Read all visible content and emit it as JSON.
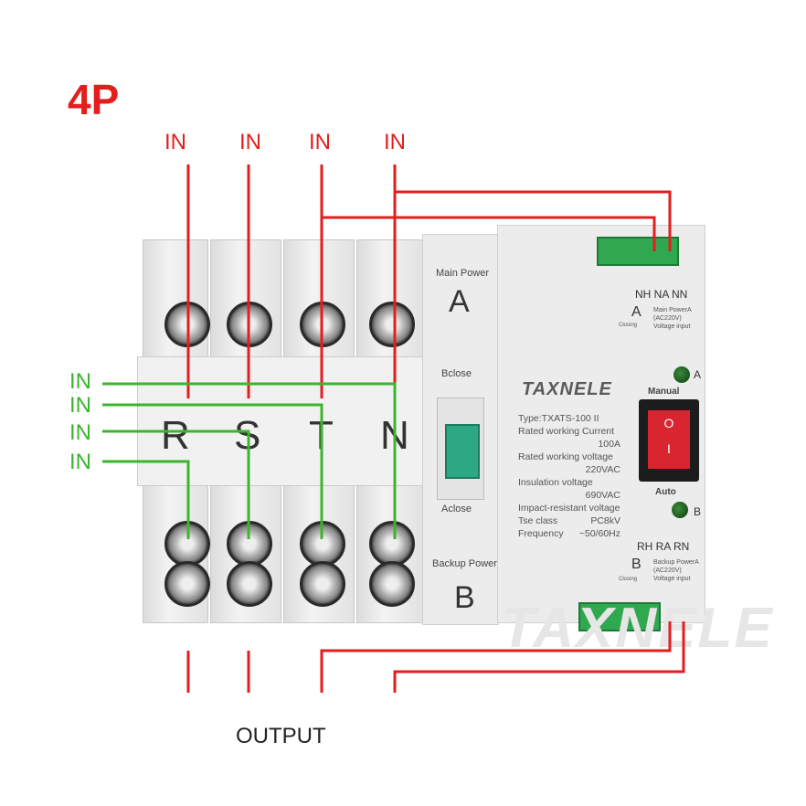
{
  "title": "4P",
  "top_inputs": [
    "IN",
    "IN",
    "IN",
    "IN"
  ],
  "side_inputs": [
    "IN",
    "IN",
    "IN",
    "IN"
  ],
  "output_label": "OUTPUT",
  "poles": [
    "R",
    "S",
    "T",
    "N"
  ],
  "main_power": {
    "label": "Main Power",
    "letter": "A"
  },
  "backup_power": {
    "label": "Backup Power",
    "letter": "B"
  },
  "switch": {
    "top": "Bclose",
    "bottom": "Aclose"
  },
  "brand": "TAXNELE",
  "specs": [
    {
      "k": "Type:TXATS-100 II",
      "v": ""
    },
    {
      "k": "Rated working Current",
      "v": "100A"
    },
    {
      "k": "Rated working voltage",
      "v": "220VAC"
    },
    {
      "k": "Insulation voltage",
      "v": "690VAC"
    },
    {
      "k": "Impact-resistant voltage",
      "v": "8kV"
    },
    {
      "k": "Tse class",
      "v": "PC"
    },
    {
      "k": "Frequency",
      "v": "~50/60Hz"
    }
  ],
  "rocker": {
    "top": "Manual",
    "bottom": "Auto",
    "on": "O",
    "off": "I"
  },
  "leds": [
    "A",
    "B"
  ],
  "main_terminal": {
    "pins": "NH NA NN",
    "letter": "A",
    "closing": "Closing",
    "desc1": "Main PowerA",
    "desc2": "(AC220V)",
    "desc3": "Voltage input"
  },
  "backup_terminal": {
    "pins": "RH RA RN",
    "letter": "B",
    "closing": "Closing",
    "desc1": "Backup PowerA",
    "desc2": "(AC220V)",
    "desc3": "Voltage input"
  },
  "watermark": "TAXNELE",
  "colors": {
    "red": "#e41e1e",
    "green": "#3cb52e",
    "terminal": "#2fa84f",
    "rocker": "#d8252f"
  }
}
